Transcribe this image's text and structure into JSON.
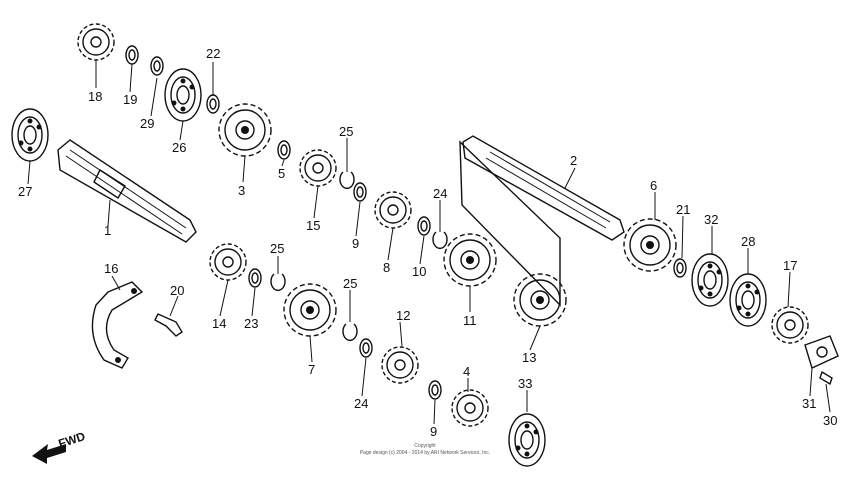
{
  "callouts": {
    "c1": "1",
    "c2": "2",
    "c3": "3",
    "c4": "4",
    "c5": "5",
    "c6": "6",
    "c7": "7",
    "c8": "8",
    "c9a": "9",
    "c9b": "9",
    "c10": "10",
    "c11": "11",
    "c12": "12",
    "c13": "13",
    "c14": "14",
    "c15": "15",
    "c16": "16",
    "c17": "17",
    "c18": "18",
    "c19": "19",
    "c20": "20",
    "c21": "21",
    "c22": "22",
    "c23": "23",
    "c24a": "24",
    "c24b": "24",
    "c25a": "25",
    "c25b": "25",
    "c25c": "25",
    "c26": "26",
    "c27": "27",
    "c28": "28",
    "c29": "29",
    "c30": "30",
    "c31": "31",
    "c32": "32",
    "c33": "33"
  },
  "fwd_label": "FWD",
  "copyright": {
    "line1": "Copyright",
    "line2": "Page design (c) 2004 - 2014 by ARI Network Services, Inc."
  }
}
